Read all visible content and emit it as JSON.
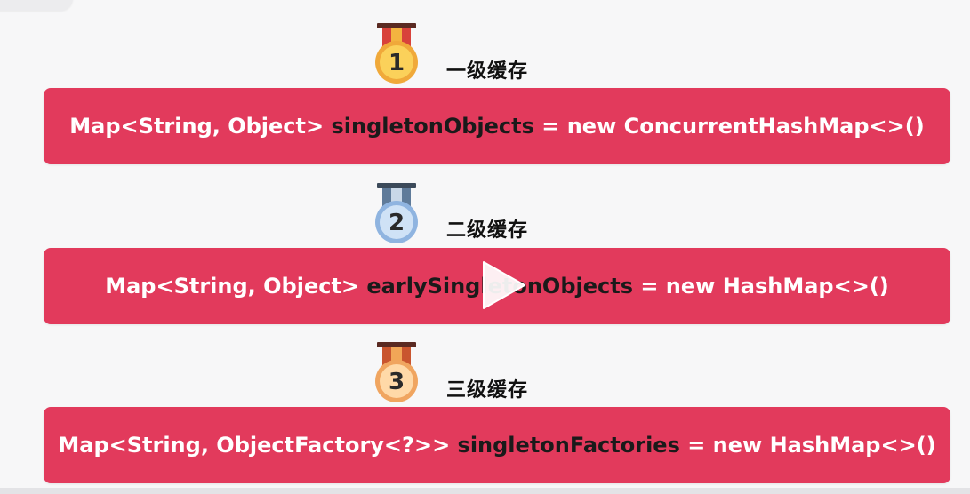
{
  "levels": [
    {
      "number": "1",
      "title": "一级缓存",
      "code_prefix": "Map<String, Object> ",
      "code_highlight": "singletonObjects",
      "code_suffix": " = new ConcurrentHashMap<>()",
      "medal": {
        "circle": "#fbd15a",
        "ring": "#f0a93a",
        "ribbon": "#d8423b",
        "ribbon_stripe": "#f3b340"
      }
    },
    {
      "number": "2",
      "title": "二级缓存",
      "code_prefix": "Map<String, Object> ",
      "code_highlight": "earlySingletonObjects",
      "code_suffix": " = new HashMap<>()",
      "medal": {
        "circle": "#cfe2f6",
        "ring": "#8fb4e0",
        "ribbon": "#5f7b9a",
        "ribbon_stripe": "#c9d8e8"
      }
    },
    {
      "number": "3",
      "title": "三级缓存",
      "code_prefix": "Map<String, ObjectFactory<?>> ",
      "code_highlight": "singletonFactories",
      "code_suffix": " = new HashMap<>()",
      "medal": {
        "circle": "#ffd9a8",
        "ring": "#f0a560",
        "ribbon": "#c9552f",
        "ribbon_stripe": "#f1a657"
      }
    }
  ],
  "icons": {
    "play": "play-icon",
    "medal": "medal-icon"
  },
  "colors": {
    "bar": "#e23a5c",
    "bar_text": "#ffffff",
    "highlight_text": "#1a1a1a",
    "background": "#f7f7f8"
  }
}
